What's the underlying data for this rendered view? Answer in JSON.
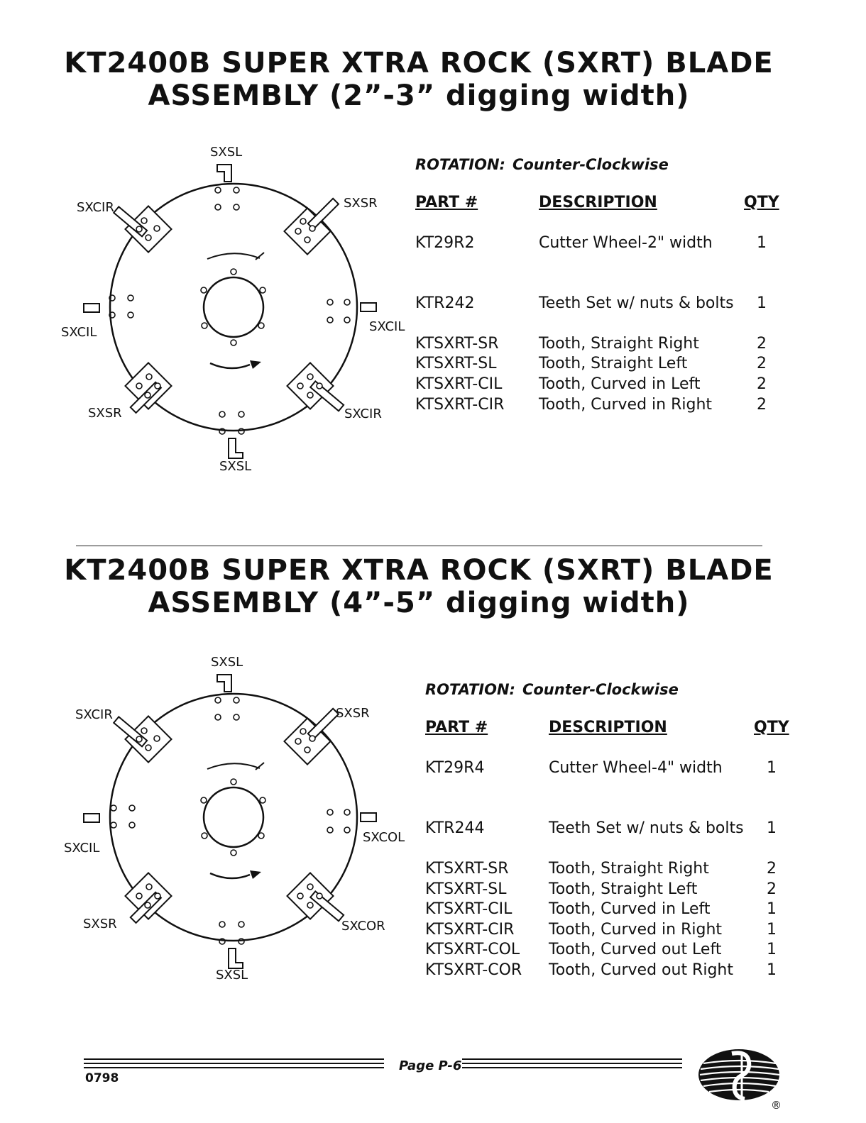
{
  "section1": {
    "title_line1": "KT2400B SUPER XTRA ROCK (SXRT) BLADE",
    "title_line2": "ASSEMBLY (2”-3” digging width)",
    "rotation_label": "ROTATION:",
    "rotation_value": "Counter-Clockwise",
    "headers": {
      "part": "PART #",
      "description": "DESCRIPTION",
      "qty": "QTY"
    },
    "rows": [
      {
        "part": "KT29R2",
        "description": "Cutter Wheel-2\" width",
        "qty": "1"
      },
      {
        "part": "KTR242",
        "description": "Teeth Set w/ nuts & bolts",
        "qty": "1"
      },
      {
        "part": "KTSXRT-SR",
        "description": "Tooth, Straight Right",
        "qty": "2"
      },
      {
        "part": "KTSXRT-SL",
        "description": "Tooth, Straight Left",
        "qty": "2"
      },
      {
        "part": "KTSXRT-CIL",
        "description": "Tooth, Curved in Left",
        "qty": "2"
      },
      {
        "part": "KTSXRT-CIR",
        "description": "Tooth, Curved in Right",
        "qty": "2"
      }
    ],
    "diagram_labels": {
      "top": "SXSL",
      "top_left": "SXCIR",
      "top_right": "SXSR",
      "left": "SXCIL",
      "right": "SXCIL",
      "bottom_left": "SXSR",
      "bottom_right": "SXCIR",
      "bottom": "SXSL"
    }
  },
  "section2": {
    "title_line1": "KT2400B SUPER XTRA ROCK (SXRT) BLADE",
    "title_line2": "ASSEMBLY (4”-5” digging width)",
    "rotation_label": "ROTATION:",
    "rotation_value": "Counter-Clockwise",
    "headers": {
      "part": "PART #",
      "description": "DESCRIPTION",
      "qty": "QTY"
    },
    "rows": [
      {
        "part": "KT29R4",
        "description": "Cutter Wheel-4\" width",
        "qty": "1"
      },
      {
        "part": "KTR244",
        "description": "Teeth Set w/ nuts & bolts",
        "qty": "1"
      },
      {
        "part": "KTSXRT-SR",
        "description": "Tooth, Straight Right",
        "qty": "2"
      },
      {
        "part": "KTSXRT-SL",
        "description": "Tooth, Straight Left",
        "qty": "2"
      },
      {
        "part": "KTSXRT-CIL",
        "description": "Tooth, Curved in Left",
        "qty": "1"
      },
      {
        "part": "KTSXRT-CIR",
        "description": "Tooth, Curved in Right",
        "qty": "1"
      },
      {
        "part": "KTSXRT-COL",
        "description": "Tooth, Curved out Left",
        "qty": "1"
      },
      {
        "part": "KTSXRT-COR",
        "description": "Tooth, Curved out Right",
        "qty": "1"
      }
    ],
    "diagram_labels": {
      "top": "SXSL",
      "top_left": "SXCIR",
      "top_right": "SXSR",
      "left": "SXCIL",
      "right": "SXCOL",
      "bottom_left": "SXSR",
      "bottom_right": "SXCOR",
      "bottom": "SXSL"
    }
  },
  "footer": {
    "page_label": "Page P-6",
    "code": "0798",
    "registered_mark": "®",
    "logo_icon": "company-logo-icon"
  }
}
